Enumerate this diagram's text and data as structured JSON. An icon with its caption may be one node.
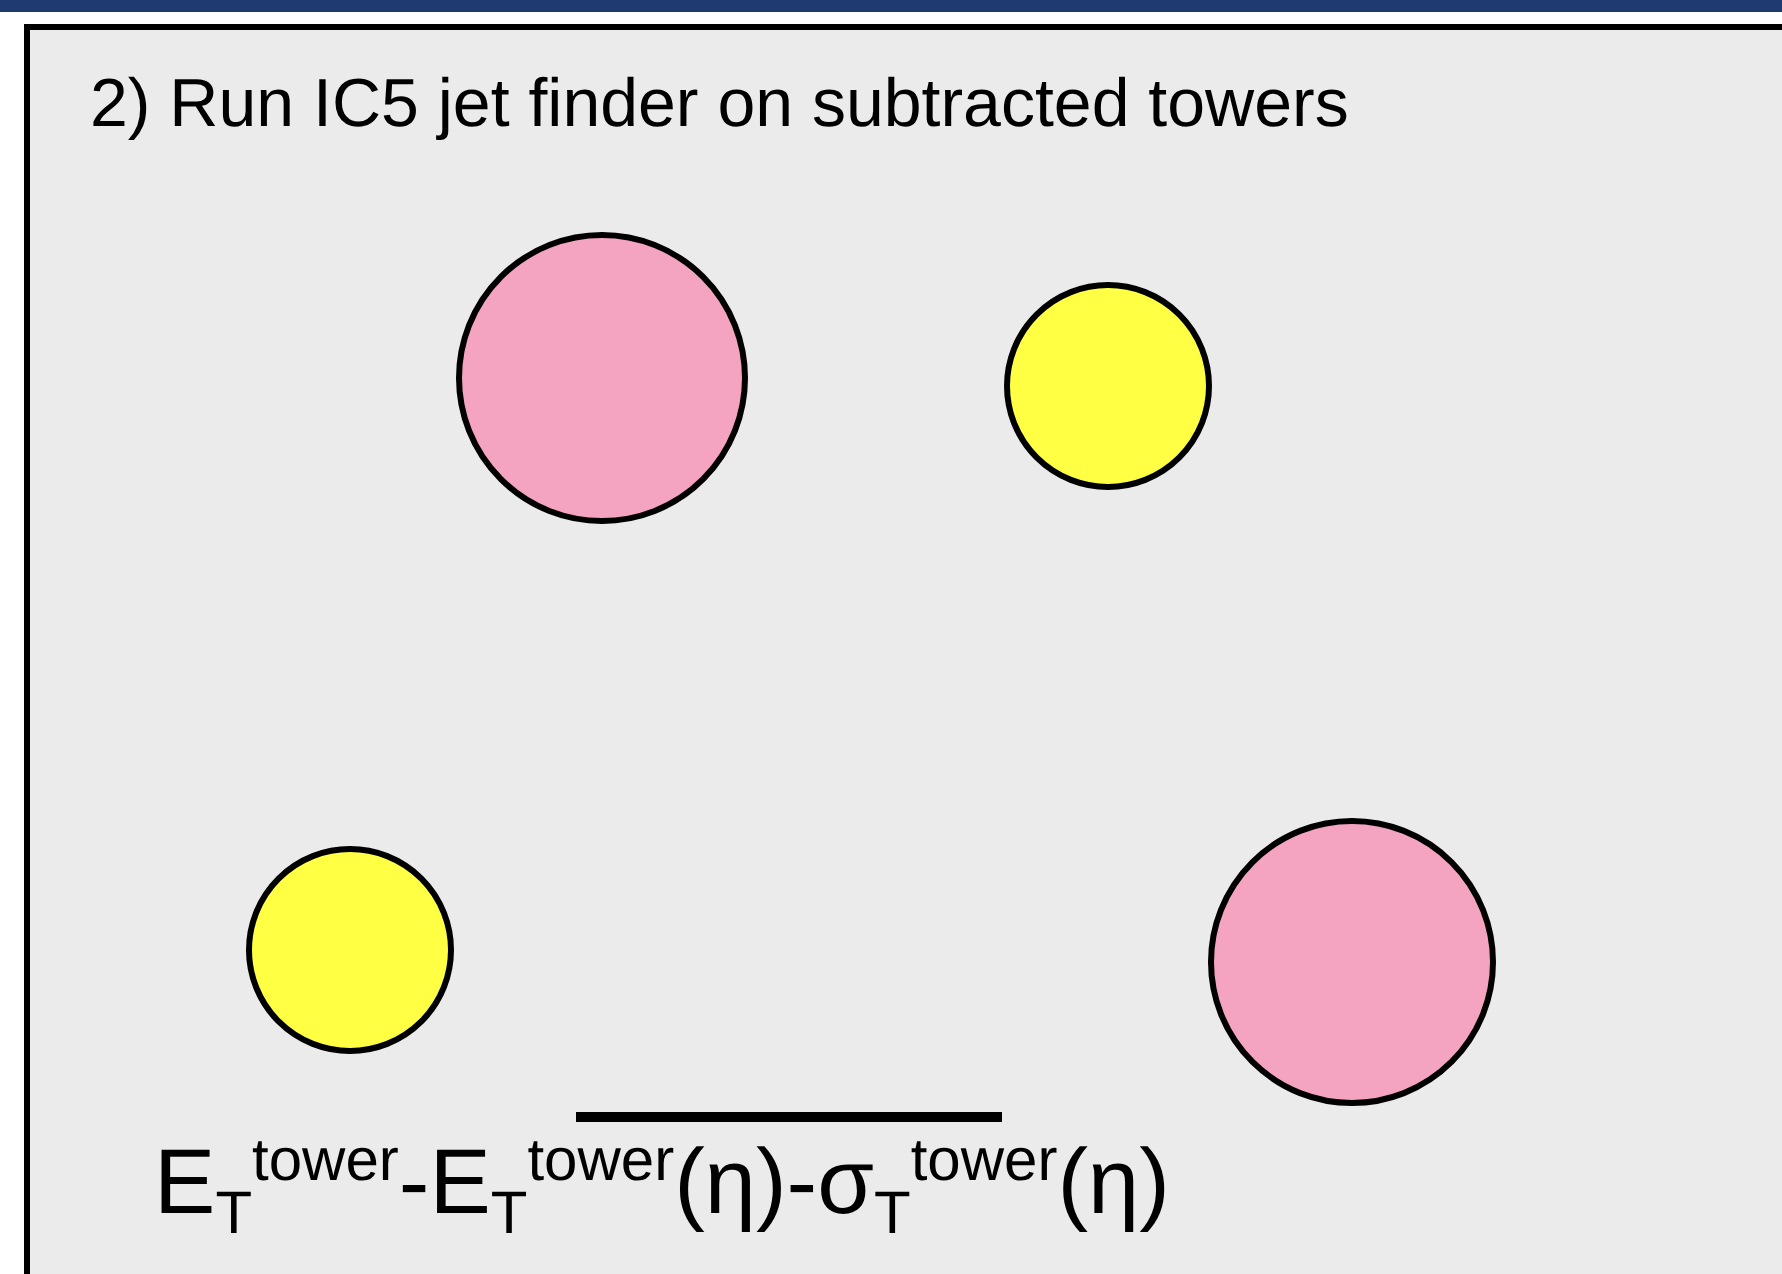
{
  "diagram": {
    "title": "2) Run IC5 jet finder on subtracted towers",
    "nodes": [
      {
        "text": [],
        "shape": "circle"
      },
      {
        "text": [],
        "shape": "circle"
      },
      {
        "text": [],
        "shape": "circle"
      },
      {
        "text": [],
        "shape": "circle"
      }
    ],
    "labels": [
      "E$_{T}$$^{tower}$-E$_{T}$$^{tower}$(η)-σ$_{T}$$^{tower}$(η)"
    ]
  }
}
